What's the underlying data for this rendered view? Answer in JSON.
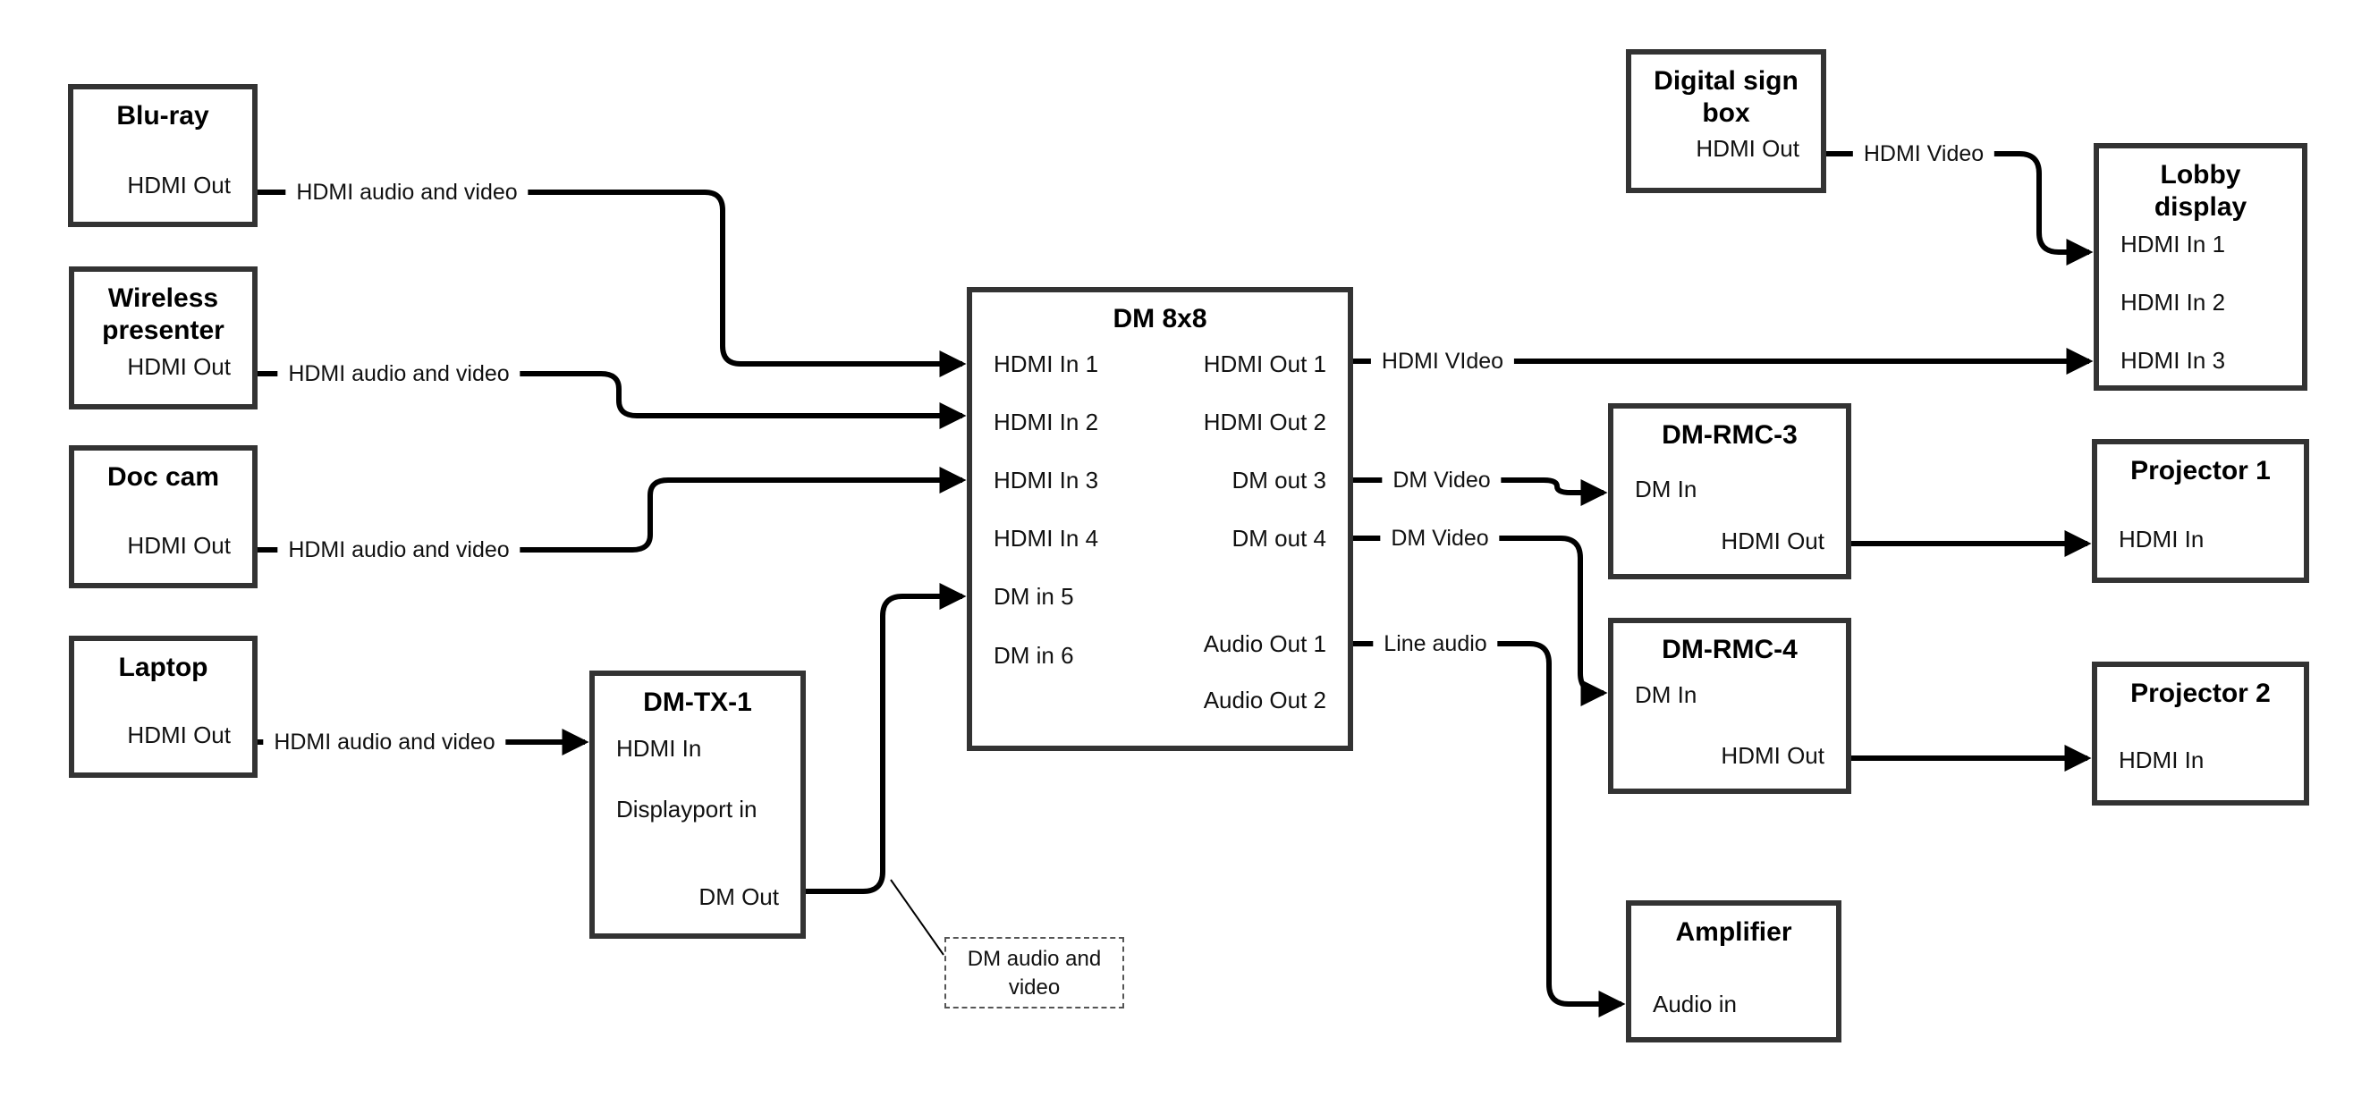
{
  "nodes": {
    "bluray": {
      "title": "Blu-ray",
      "ports": {
        "hdmi_out": "HDMI Out"
      }
    },
    "wireless": {
      "title": "Wireless\npresenter",
      "ports": {
        "hdmi_out": "HDMI Out"
      }
    },
    "doccam": {
      "title": "Doc cam",
      "ports": {
        "hdmi_out": "HDMI Out"
      }
    },
    "laptop": {
      "title": "Laptop",
      "ports": {
        "hdmi_out": "HDMI Out"
      }
    },
    "dmtx1": {
      "title": "DM-TX-1",
      "ports": {
        "hdmi_in": "HDMI In",
        "dp_in": "Displayport in",
        "dm_out": "DM Out"
      }
    },
    "dm8x8": {
      "title": "DM 8x8",
      "ports": {
        "in1": "HDMI In 1",
        "in2": "HDMI In 2",
        "in3": "HDMI In 3",
        "in4": "HDMI In 4",
        "in5": "DM in 5",
        "in6": "DM in 6",
        "out1": "HDMI Out 1",
        "out2": "HDMI Out 2",
        "out3": "DM out 3",
        "out4": "DM out 4",
        "aout1": "Audio Out 1",
        "aout2": "Audio Out 2"
      }
    },
    "digitalsign": {
      "title": "Digital sign\nbox",
      "ports": {
        "hdmi_out": "HDMI Out"
      }
    },
    "lobby": {
      "title": "Lobby\ndisplay",
      "ports": {
        "in1": "HDMI In 1",
        "in2": "HDMI In 2",
        "in3": "HDMI In 3"
      }
    },
    "dmrmc3": {
      "title": "DM-RMC-3",
      "ports": {
        "dm_in": "DM In",
        "hdmi_out": "HDMI Out"
      }
    },
    "proj1": {
      "title": "Projector 1",
      "ports": {
        "hdmi_in": "HDMI In"
      }
    },
    "dmrmc4": {
      "title": "DM-RMC-4",
      "ports": {
        "dm_in": "DM In",
        "hdmi_out": "HDMI Out"
      }
    },
    "proj2": {
      "title": "Projector 2",
      "ports": {
        "hdmi_in": "HDMI In"
      }
    },
    "amplifier": {
      "title": "Amplifier",
      "ports": {
        "audio_in": "Audio in"
      }
    }
  },
  "wire_labels": {
    "bluray_dm": "HDMI audio and video",
    "wireless_dm": "HDMI audio and video",
    "doccam_dm": "HDMI audio and video",
    "laptop_tx": "HDMI audio and video",
    "out1_lobby": "HDMI VIdeo",
    "out3_rmc3": "DM Video",
    "out4_rmc4": "DM Video",
    "audio1_amp": "Line audio",
    "sign_lobby": "HDMI Video"
  },
  "note": {
    "text": "DM audio and\nvideo"
  },
  "colors": {
    "line": "#000000",
    "box_border": "#333333",
    "background": "#ffffff"
  }
}
